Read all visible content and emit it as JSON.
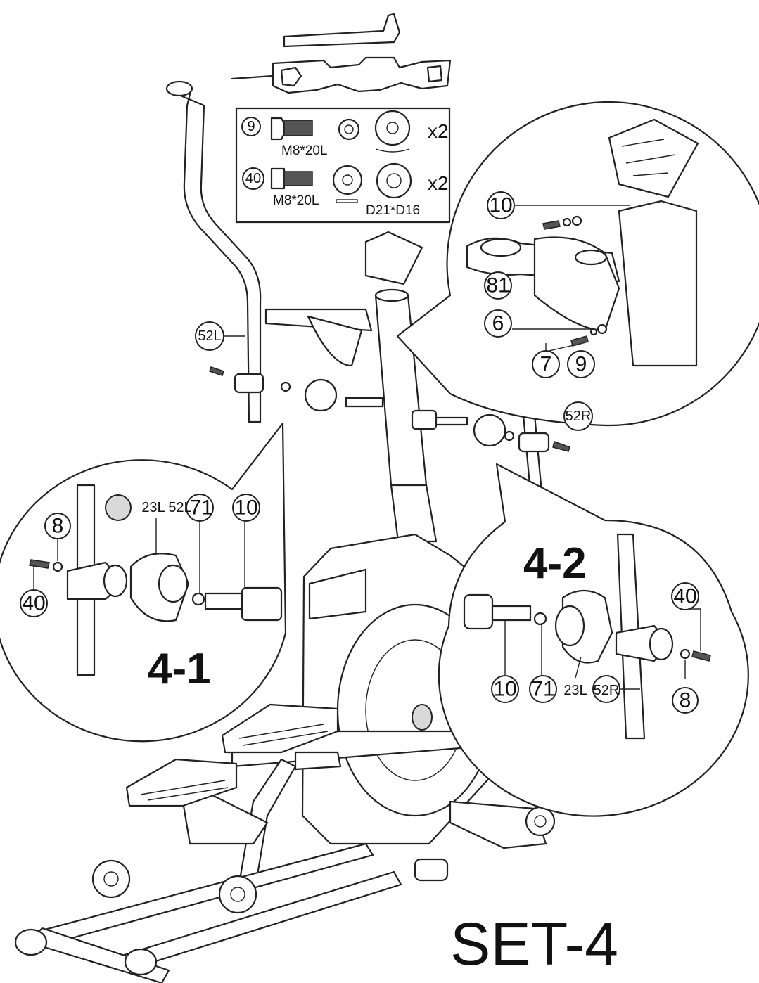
{
  "title": "SET-4",
  "details": {
    "left_label": "4-1",
    "right_label": "4-2"
  },
  "hardware_box": {
    "row1": {
      "part": "9",
      "size": "M8*20L",
      "qty": "x2"
    },
    "row2": {
      "part": "40",
      "size": "M8*20L",
      "washer_size": "D21*D16",
      "qty": "x2"
    }
  },
  "callouts": {
    "top_right": [
      "10",
      "81",
      "6",
      "7",
      "9"
    ],
    "main": [
      "52L",
      "52R"
    ],
    "detail_left": [
      "8",
      "40",
      "23L",
      "52L",
      "71",
      "10"
    ],
    "detail_right": [
      "40",
      "10",
      "71",
      "23L",
      "52R",
      "8"
    ]
  }
}
